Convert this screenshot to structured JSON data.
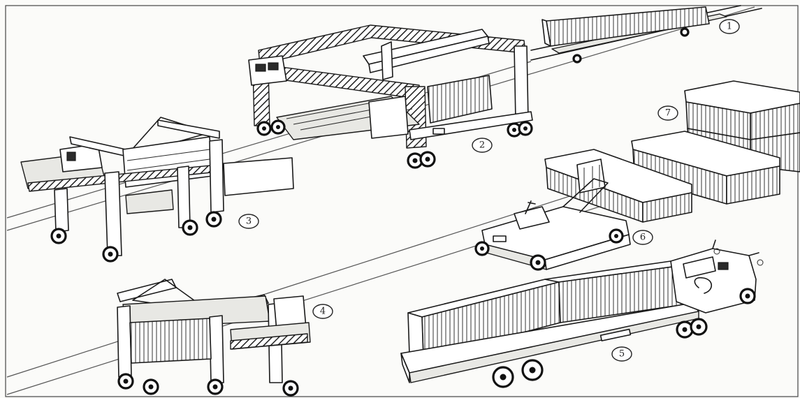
{
  "callouts": [
    {
      "id": "1",
      "label": "1"
    },
    {
      "id": "2",
      "label": "2"
    },
    {
      "id": "3",
      "label": "3"
    },
    {
      "id": "4",
      "label": "4"
    },
    {
      "id": "5",
      "label": "5"
    },
    {
      "id": "6",
      "label": "6"
    },
    {
      "id": "7",
      "label": "7"
    }
  ],
  "icons": [
    "rail-track-icon",
    "gantry-crane-icon",
    "straddle-carrier-icon",
    "trailer-truck-icon",
    "forklift-icon",
    "container-stack-icon"
  ]
}
